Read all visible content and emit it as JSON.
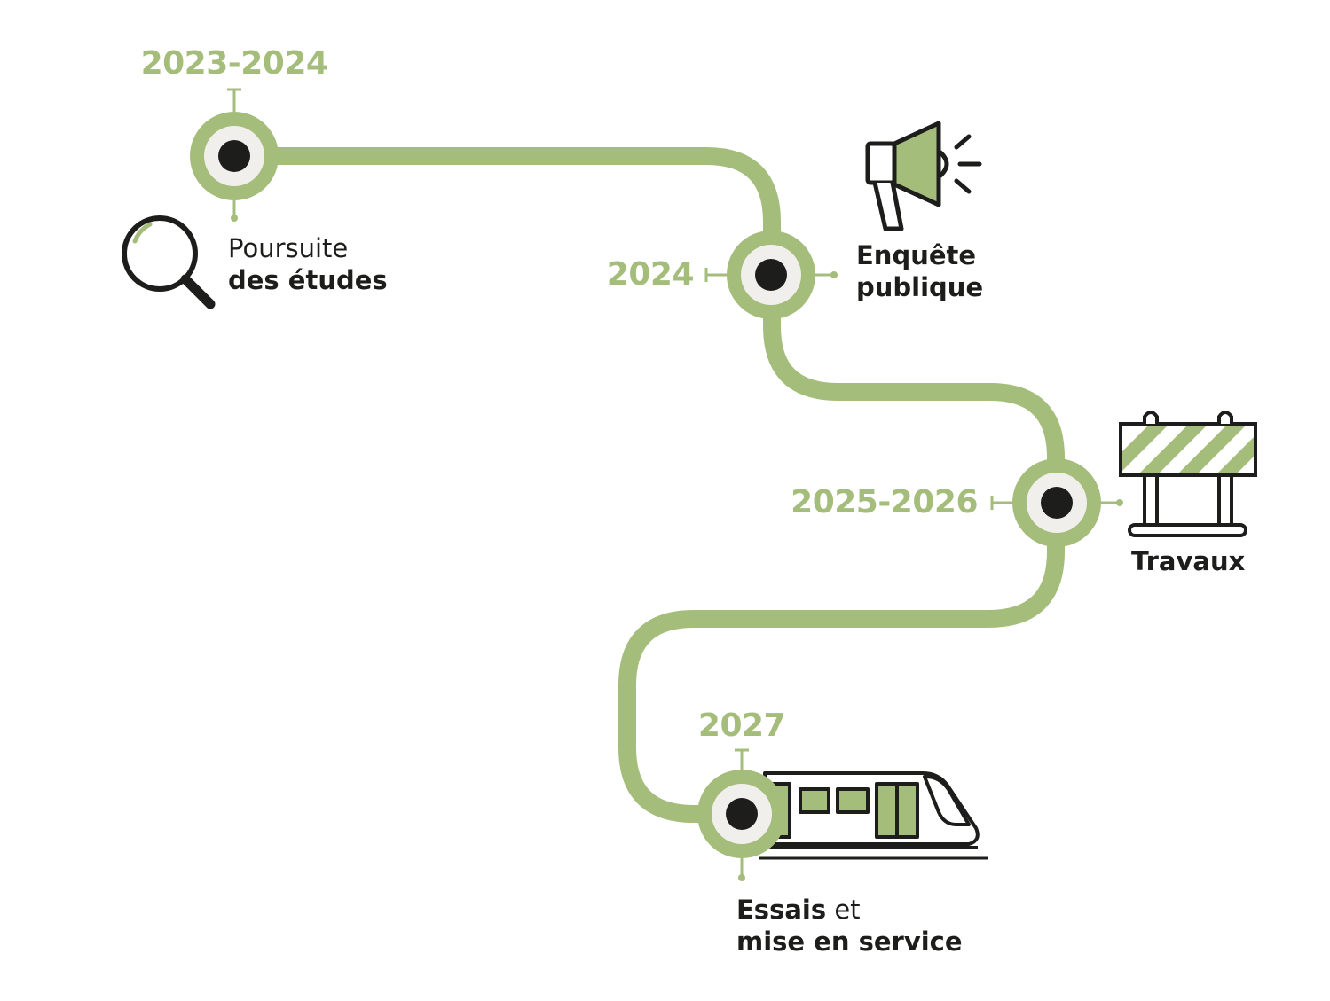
{
  "colors": {
    "accent": "#a5bd7b",
    "ink": "#1d1d1b",
    "node_fill": "#f1efec",
    "background": "#ffffff"
  },
  "milestones": [
    {
      "year": "2023-2024",
      "line1": "Poursuite",
      "line2": "des études",
      "icon": "magnifier-icon"
    },
    {
      "year": "2024",
      "line1": "Enquête",
      "line2": "publique",
      "icon": "megaphone-icon"
    },
    {
      "year": "2025-2026",
      "line1": "Travaux",
      "icon": "road-barrier-icon"
    },
    {
      "year": "2027",
      "line1a": "Essais",
      "line1b": " et",
      "line2": "mise en service",
      "icon": "train-icon"
    }
  ]
}
